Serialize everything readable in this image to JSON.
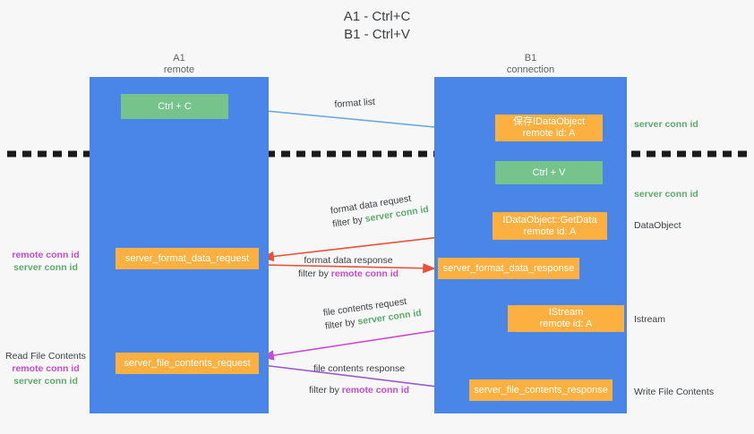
{
  "title": {
    "line1": "A1 - Ctrl+C",
    "line2": "B1 - Ctrl+V"
  },
  "lanes": {
    "a1": {
      "name": "A1",
      "role": "remote"
    },
    "b1": {
      "name": "B1",
      "role": "connection"
    }
  },
  "nodes": {
    "ctrl_c": {
      "line1": "Ctrl + C"
    },
    "save_idata": {
      "line1": "保存IDataObject",
      "line2": "remote id: A"
    },
    "ctrl_v": {
      "line1": "Ctrl + V"
    },
    "getdata": {
      "line1": "IDataObject::GetData",
      "line2": "remote id: A"
    },
    "istream": {
      "line1": "IStream",
      "line2": "remote id: A"
    },
    "fmt_request": {
      "line1": "server_format_data_request"
    },
    "fmt_response": {
      "line1": "server_format_data_response"
    },
    "file_request": {
      "line1": "server_file_contents_request"
    },
    "file_response": {
      "line1": "server_file_contents_response"
    }
  },
  "edge_labels": {
    "format_list": "format list",
    "fmt_req": {
      "line1": "format data request",
      "filter_prefix": "filter by ",
      "filter_value": "server conn id",
      "filter_color": "server"
    },
    "fmt_resp": {
      "line1": "format data response",
      "filter_prefix": "filter by ",
      "filter_value": "remote conn id",
      "filter_color": "remote"
    },
    "file_req": {
      "line1": "file contents request",
      "filter_prefix": "filter by ",
      "filter_value": "server conn id",
      "filter_color": "server"
    },
    "file_resp": {
      "line1": "file contents response",
      "filter_prefix": "filter by ",
      "filter_value": "remote conn id",
      "filter_color": "remote"
    }
  },
  "side_labels": {
    "left_format": {
      "remote": "remote conn id",
      "server": "server conn id"
    },
    "left_file": {
      "heading": "Read File Contents",
      "remote": "remote conn id",
      "server": "server conn id"
    },
    "right_conn_1": "server conn id",
    "right_conn_2": "server conn id",
    "right_dataobject": "DataObject",
    "right_istream": "Istream",
    "right_write_file": "Write File Contents"
  },
  "colors": {
    "lane": "#4a86e8",
    "green_box": "#76c38c",
    "orange_box": "#fbb040",
    "server_conn": "#5cab6e",
    "remote_conn": "#c94bd1",
    "arrow_blue": "#6fa8dc",
    "arrow_red": "#e8503a",
    "arrow_magenta": "#c94bd1",
    "arrow_purple": "#9b59d0",
    "arrow_black": "#000000",
    "divider": "#1a1a1a"
  }
}
